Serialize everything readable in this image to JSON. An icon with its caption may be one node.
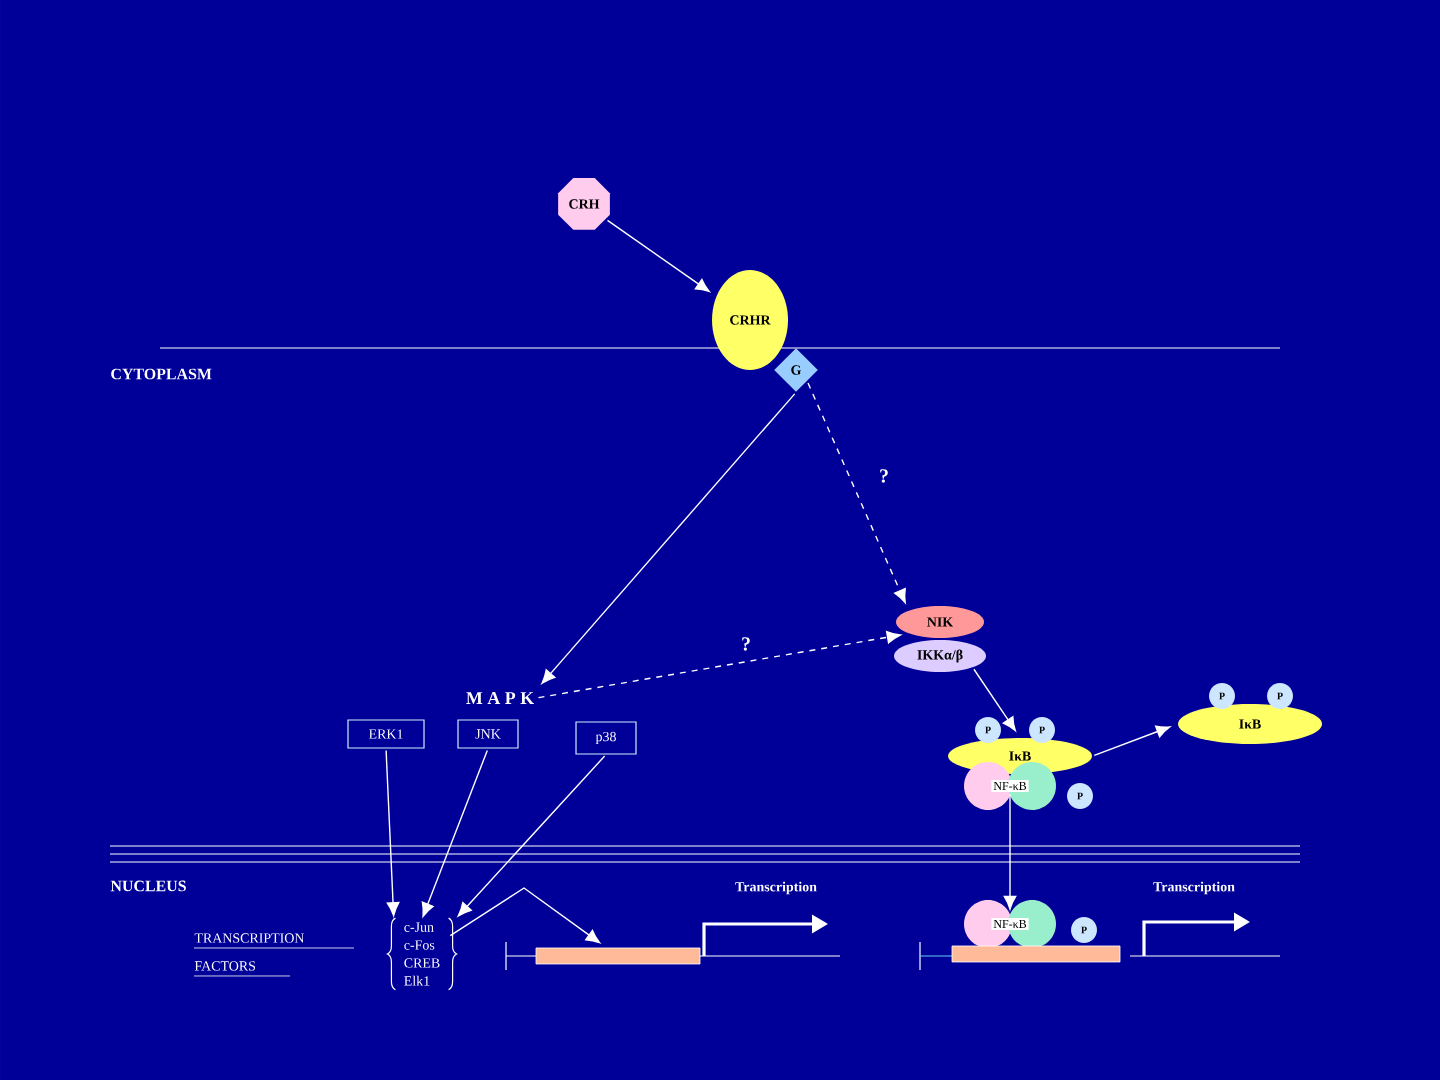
{
  "diagram": {
    "nodes": [
      {
        "text": [
          "CRH"
        ]
      },
      {
        "text": [
          "CRHR"
        ]
      },
      {
        "text": [
          "G"
        ]
      },
      {
        "text": [
          "M A P K"
        ]
      },
      {
        "text": [
          "ERK1"
        ]
      },
      {
        "text": [
          "JNK"
        ]
      },
      {
        "text": [
          "p38"
        ]
      },
      {
        "text": [
          "NIK"
        ]
      },
      {
        "text": [
          "IKKα/β"
        ]
      },
      {
        "text": [
          "IκB"
        ]
      },
      {
        "text": [
          "P"
        ]
      },
      {
        "text": [
          "P"
        ]
      },
      {
        "text": [
          "NF-κB"
        ]
      },
      {
        "text": [
          "P"
        ]
      },
      {
        "text": [
          "IκB"
        ]
      },
      {
        "text": [
          "P"
        ]
      },
      {
        "text": [
          "P"
        ]
      },
      {
        "text": [
          "c-Jun",
          "c-Fos",
          "CREB",
          "Elk1"
        ]
      },
      {
        "text": [],
        "shape": "bar"
      },
      {
        "text": [
          "NF-κB"
        ]
      },
      {
        "text": [
          "P"
        ]
      },
      {
        "text": [],
        "shape": "bar"
      }
    ],
    "edges": [
      {
        "from": 0,
        "to": 1,
        "arrow": "to"
      },
      {
        "from": 2,
        "to": 3,
        "arrow": "to"
      },
      {
        "from": 2,
        "to": 7,
        "arrow": "to",
        "label": "?",
        "style": "dashed"
      },
      {
        "from": 3,
        "to": 7,
        "arrow": "to",
        "label": "?",
        "style": "dashed"
      },
      {
        "from": 8,
        "to": 9,
        "arrow": "to"
      },
      {
        "from": 9,
        "to": 14,
        "arrow": "to"
      },
      {
        "from": 12,
        "to": 19,
        "arrow": "to"
      },
      {
        "from": 4,
        "to": 17,
        "arrow": "to"
      },
      {
        "from": 5,
        "to": 17,
        "arrow": "to"
      },
      {
        "from": 6,
        "to": 17,
        "arrow": "to"
      },
      {
        "from": 17,
        "to": 18,
        "arrow": "to"
      }
    ],
    "labels": [
      "CYTOPLASM",
      "NUCLEUS",
      "TRANSCRIPTION FACTORS",
      "Transcription",
      "Transcription"
    ]
  }
}
